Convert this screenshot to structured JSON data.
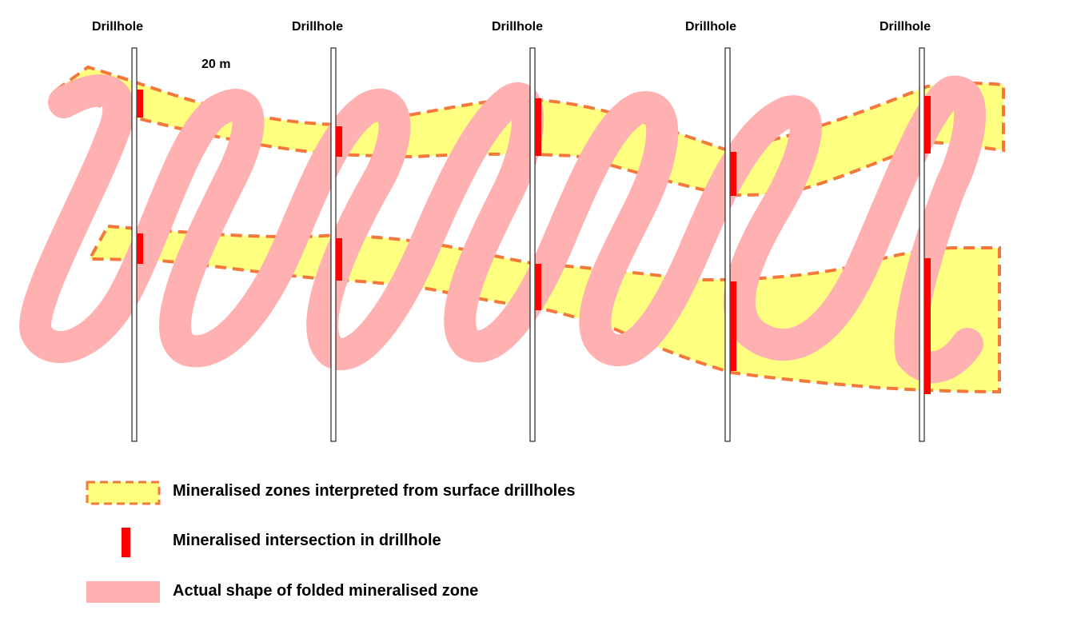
{
  "figure": {
    "drillholes": [
      {
        "label": "Drillhole"
      },
      {
        "label": "Drillhole"
      },
      {
        "label": "Drillhole"
      },
      {
        "label": "Drillhole"
      },
      {
        "label": "Drillhole"
      }
    ],
    "scale_label": "20 m"
  },
  "legend": {
    "items": [
      {
        "label": "Mineralised zones interpreted from surface drillholes",
        "swatch": "yellow-dashed-zone"
      },
      {
        "label": "Mineralised intersection in drillhole",
        "swatch": "red-intersection-bar"
      },
      {
        "label": "Actual shape of folded mineralised zone",
        "swatch": "pink-fold-band"
      }
    ]
  },
  "colors": {
    "interpreted_zone_fill": "#ffff80",
    "interpreted_zone_border": "#f4783c",
    "intersection": "#ff0000",
    "folded_zone": "#ffb0b0",
    "drillhole_outline": "#000000"
  }
}
